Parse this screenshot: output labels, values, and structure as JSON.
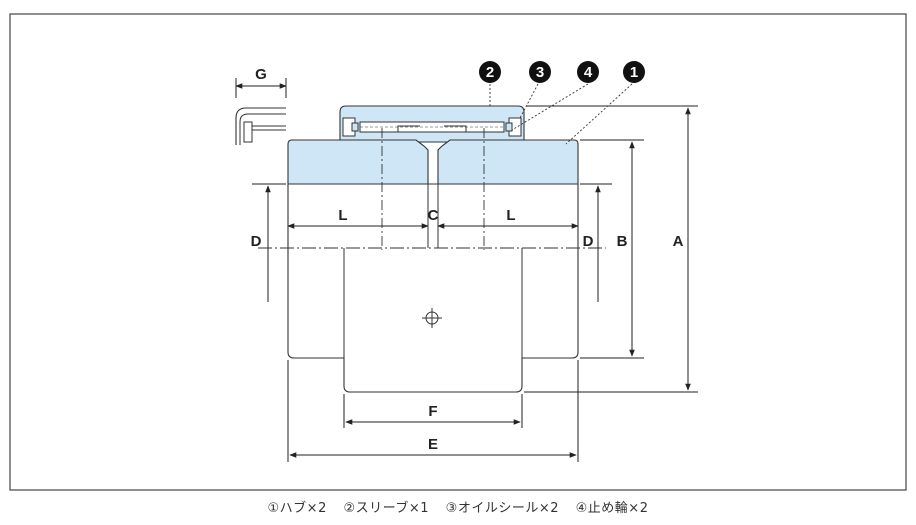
{
  "diagram": {
    "dimension_labels": {
      "G": "G",
      "L_left": "L",
      "C": "C",
      "L_right": "L",
      "D_left": "D",
      "D_right": "D",
      "B": "B",
      "A": "A",
      "F": "F",
      "E": "E"
    },
    "callouts": [
      "2",
      "3",
      "4",
      "1"
    ],
    "colors": {
      "component_fill": "#cfe6f7",
      "outline": "#333333",
      "frame": "#444444",
      "badge": "#111111"
    }
  },
  "caption": {
    "items": [
      "①ハブ×2",
      "②スリーブ×1",
      "③オイルシール×2",
      "④止め輪×2"
    ]
  }
}
